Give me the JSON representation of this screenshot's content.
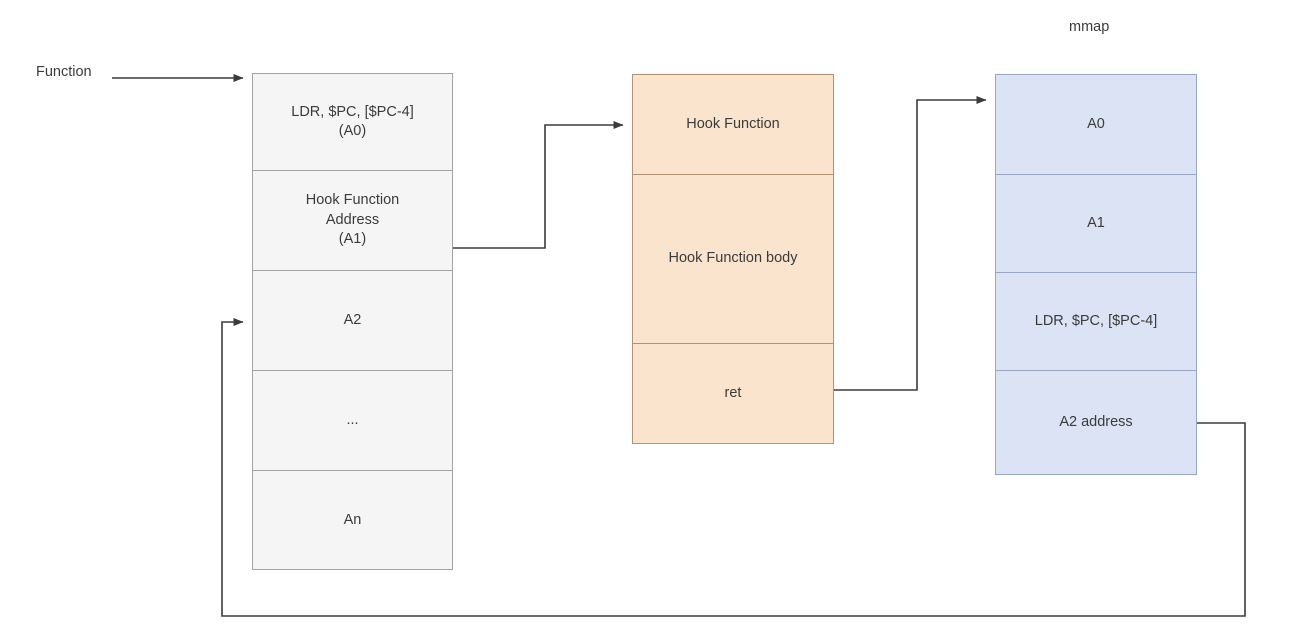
{
  "diagram": {
    "title_labels": {
      "function_entry": "Function",
      "mmap_region": "mmap"
    },
    "columns": [
      {
        "id": "original-function",
        "name": "original-function-column",
        "fill_color": "#f5f5f5",
        "border_color": "#a3a3a3",
        "cells": [
          {
            "id": "a0",
            "text": "LDR, $PC, [$PC-4]\n(A0)"
          },
          {
            "id": "a1",
            "text": "Hook Function\nAddress\n(A1)"
          },
          {
            "id": "a2",
            "text": "A2"
          },
          {
            "id": "ellipsis",
            "text": "..."
          },
          {
            "id": "an",
            "text": "An"
          }
        ]
      },
      {
        "id": "hook-function",
        "name": "hook-function-column",
        "fill_color": "#fae4cd",
        "border_color": "#b39272",
        "cells": [
          {
            "id": "hook-header",
            "text": "Hook Function"
          },
          {
            "id": "hook-body",
            "text": "Hook Function body"
          },
          {
            "id": "hook-ret",
            "text": "ret"
          }
        ]
      },
      {
        "id": "mmap-trampoline",
        "name": "mmap-trampoline-column",
        "fill_color": "#dbe3f4",
        "border_color": "#9aa7c4",
        "cells": [
          {
            "id": "mmap-a0",
            "text": "A0"
          },
          {
            "id": "mmap-a1",
            "text": "A1"
          },
          {
            "id": "mmap-ldr",
            "text": "LDR, $PC, [$PC-4]"
          },
          {
            "id": "mmap-a2-address",
            "text": "A2 address"
          }
        ]
      }
    ],
    "connectors": [
      {
        "id": "function-entry-arrow",
        "from": "Function",
        "to": "A0",
        "style": "solid-arrow"
      },
      {
        "id": "a1-to-hook-function",
        "from": "A1",
        "to": "Hook Function",
        "style": "solid-arrow"
      },
      {
        "id": "ret-to-mmap",
        "from": "ret",
        "to": "A0 (mmap)",
        "style": "solid-arrow"
      },
      {
        "id": "a2-address-to-a2",
        "from": "A2 address",
        "to": "A2",
        "style": "solid-arrow"
      }
    ],
    "colors": {
      "line": "#3b3b3b",
      "text": "#3b3b3b",
      "background": "#ffffff"
    }
  }
}
